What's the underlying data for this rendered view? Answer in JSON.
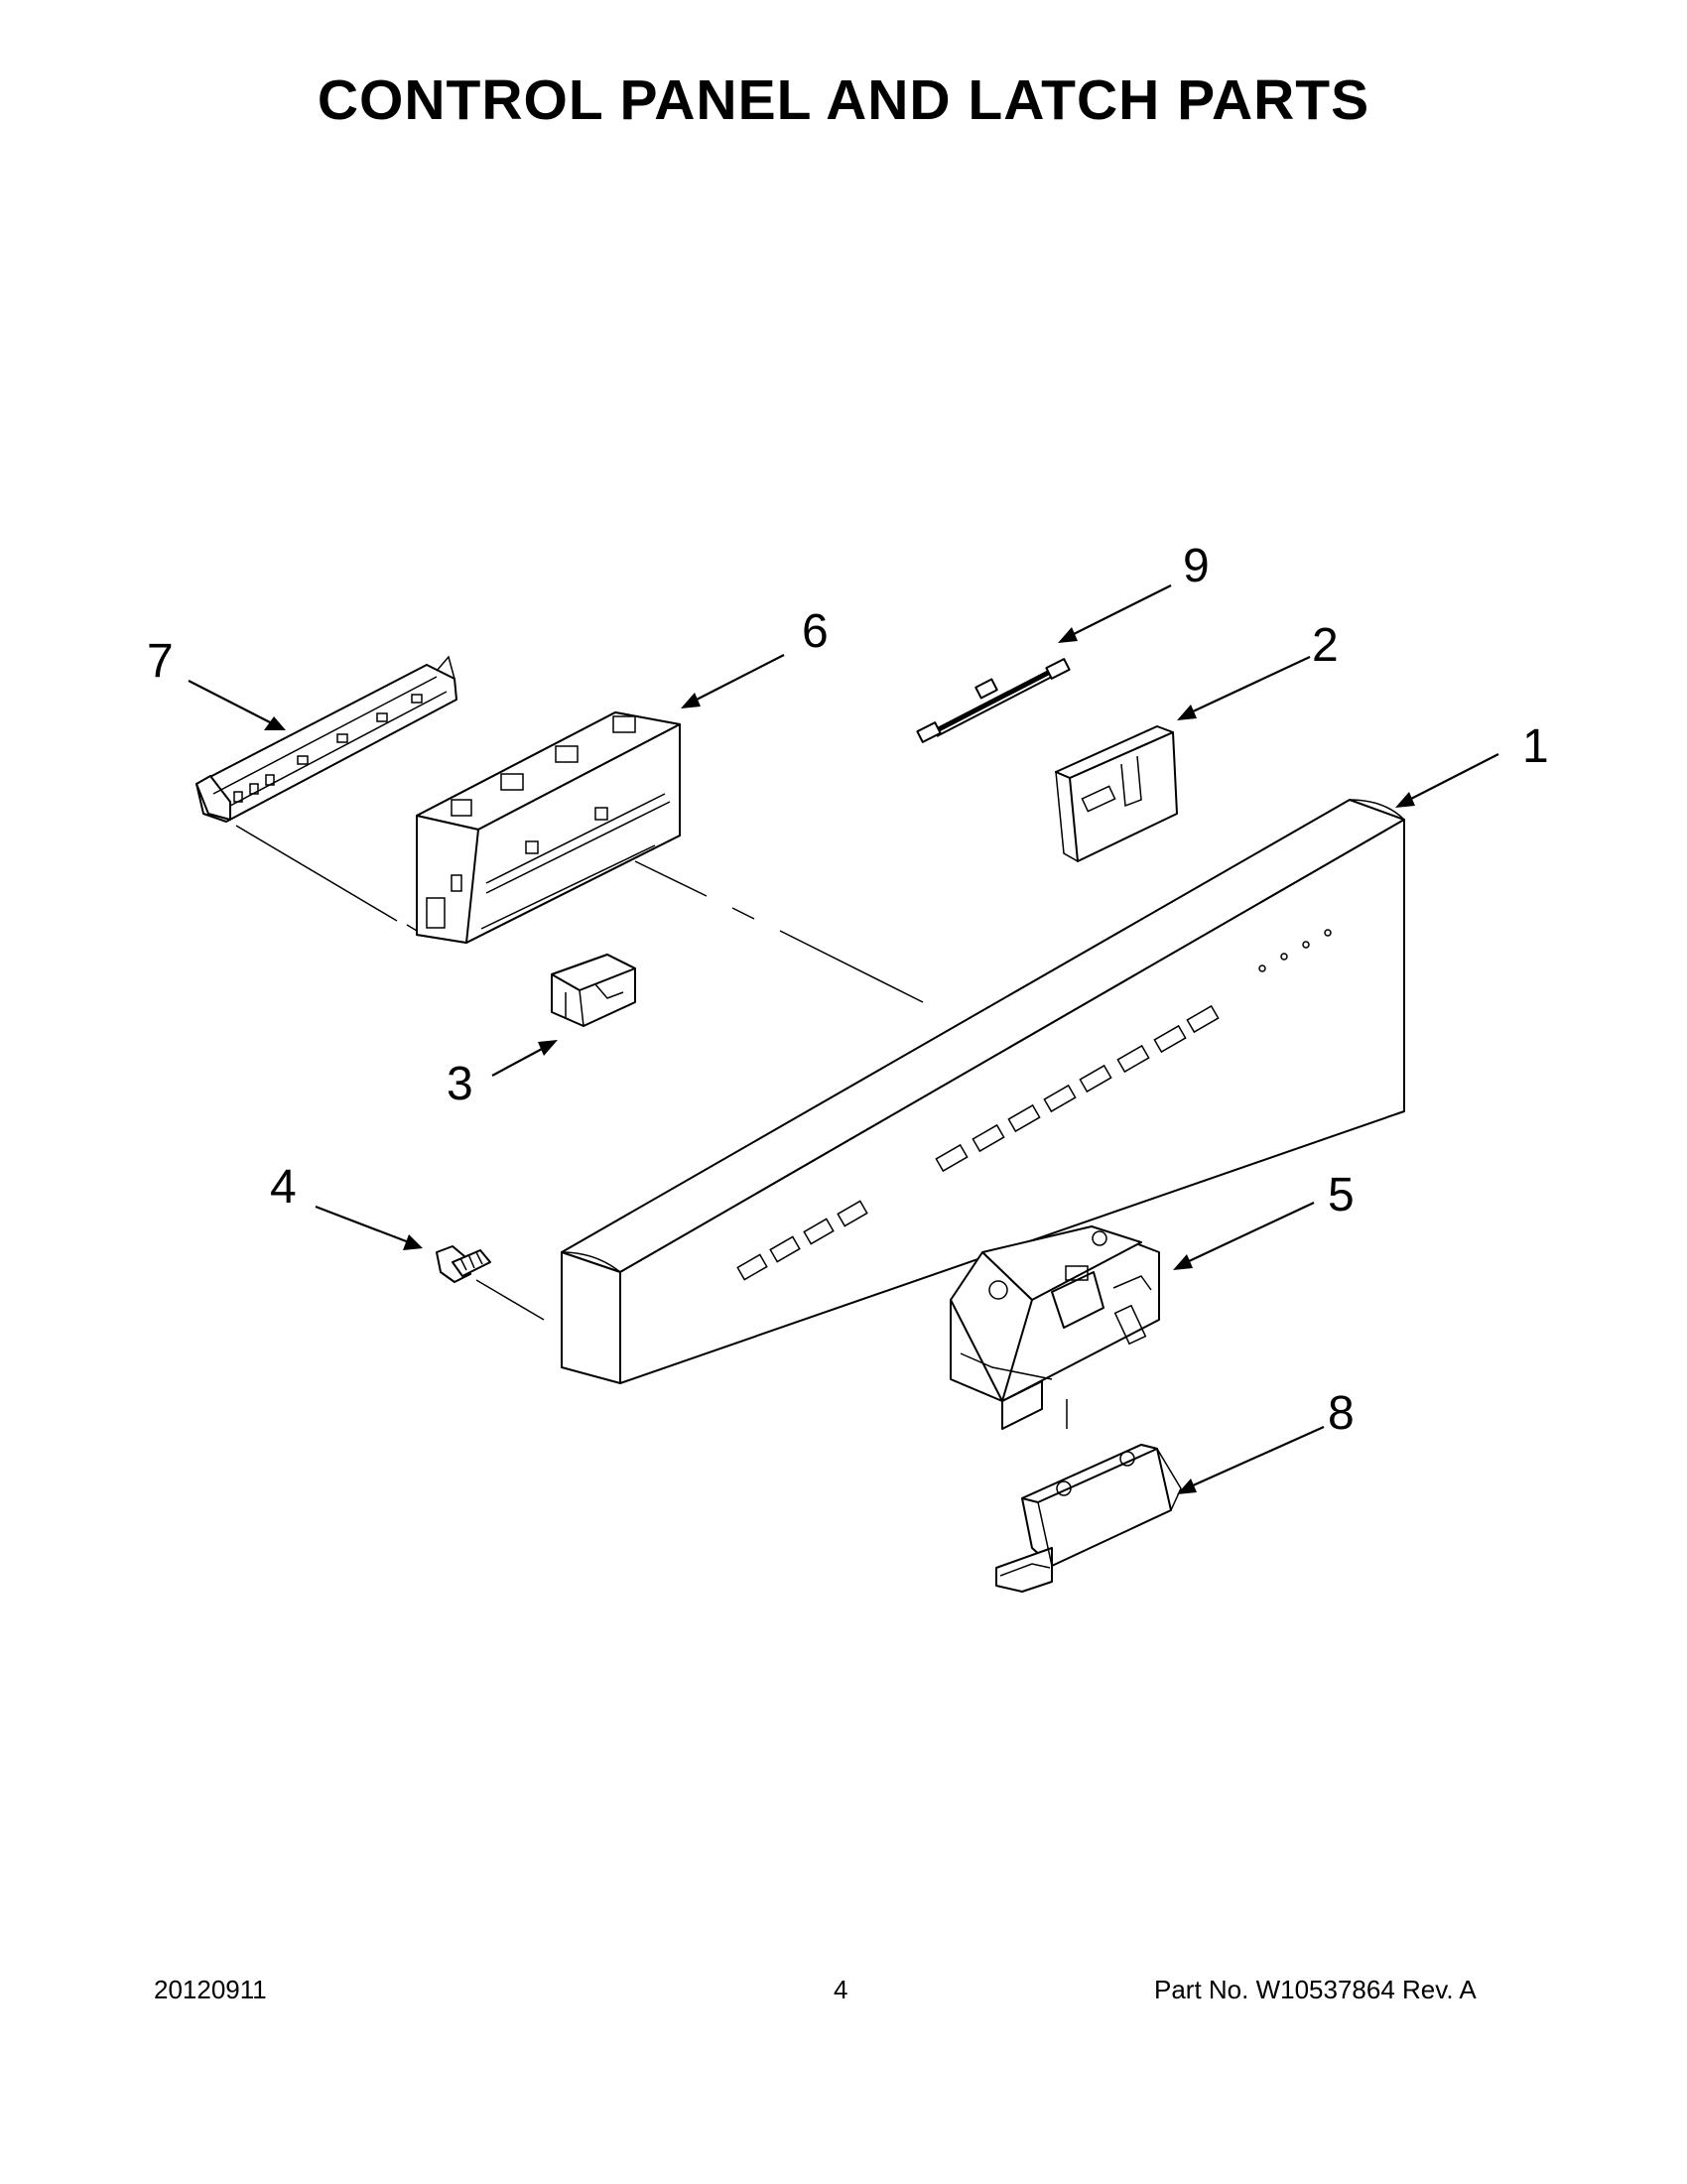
{
  "page": {
    "title": "CONTROL PANEL AND LATCH PARTS"
  },
  "diagram": {
    "callouts": [
      "1",
      "2",
      "3",
      "4",
      "5",
      "6",
      "7",
      "8",
      "9"
    ]
  },
  "footer": {
    "date": "20120911",
    "page_number": "4",
    "part_number": "Part No.  W10537864  Rev.  A"
  }
}
